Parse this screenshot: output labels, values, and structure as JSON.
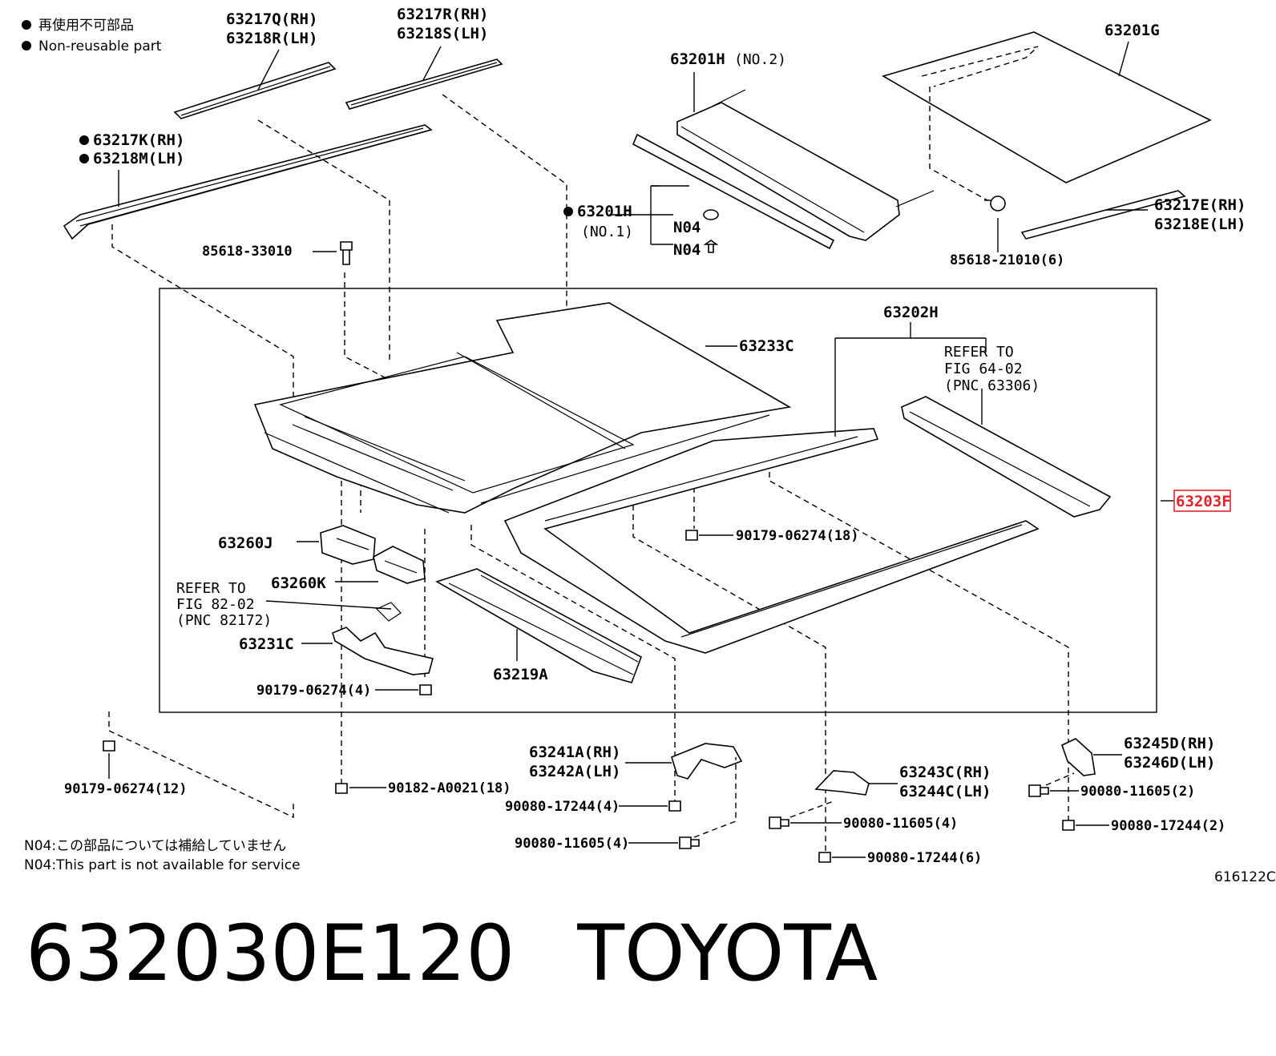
{
  "legend": {
    "japanese": "再使用不可部品",
    "english": "Non-reusable part"
  },
  "parts": {
    "p63217Q": "63217Q(RH)",
    "p63218R": "63218R(LH)",
    "p63217R": "63217R(RH)",
    "p63218S": "63218S(LH)",
    "p63201H_no2": "63201H",
    "p63201H_no2_note": "(NO.2)",
    "p63201G": "63201G",
    "p63217K": "63217K(RH)",
    "p63218M": "63218M(LH)",
    "p63201H_no1": "63201H",
    "p63201H_no1_note": "(NO.1)",
    "n04a": "N04",
    "n04b": "N04",
    "p85618_33010": "85618-33010",
    "p63217E": "63217E(RH)",
    "p63218E": "63218E(LH)",
    "p85618_21010": "85618-21010(6)",
    "p63202H": "63202H",
    "p63233C": "63233C",
    "refer1_l1": "REFER TO",
    "refer1_l2": "FIG 64-02",
    "refer1_l3": "(PNC 63306)",
    "p63203F": "63203F",
    "p90179_18": "90179-06274(18)",
    "p63260J": "63260J",
    "p63260K": "63260K",
    "refer2_l1": "REFER TO",
    "refer2_l2": "FIG 82-02",
    "refer2_l3": "(PNC 82172)",
    "p63231C": "63231C",
    "p63219A": "63219A",
    "p90179_4": "90179-06274(4)",
    "p90179_12": "90179-06274(12)",
    "p90182": "90182-A0021(18)",
    "p63241A": "63241A(RH)",
    "p63242A": "63242A(LH)",
    "p90080_17244_4": "90080-17244(4)",
    "p90080_11605_4a": "90080-11605(4)",
    "p63243C": "63243C(RH)",
    "p63244C": "63244C(LH)",
    "p90080_11605_4b": "90080-11605(4)",
    "p90080_17244_6": "90080-17244(6)",
    "p63245D": "63245D(RH)",
    "p63246D": "63246D(LH)",
    "p90080_11605_2": "90080-11605(2)",
    "p90080_17244_2": "90080-17244(2)"
  },
  "notes": {
    "jp": "N04:この部品については補給していません",
    "en": "N04:This part is not available for service"
  },
  "figure_code": "616122C",
  "footer": {
    "part_number": "632030E120",
    "brand": "TOYOTA"
  },
  "highlight_color": "#e8202a"
}
